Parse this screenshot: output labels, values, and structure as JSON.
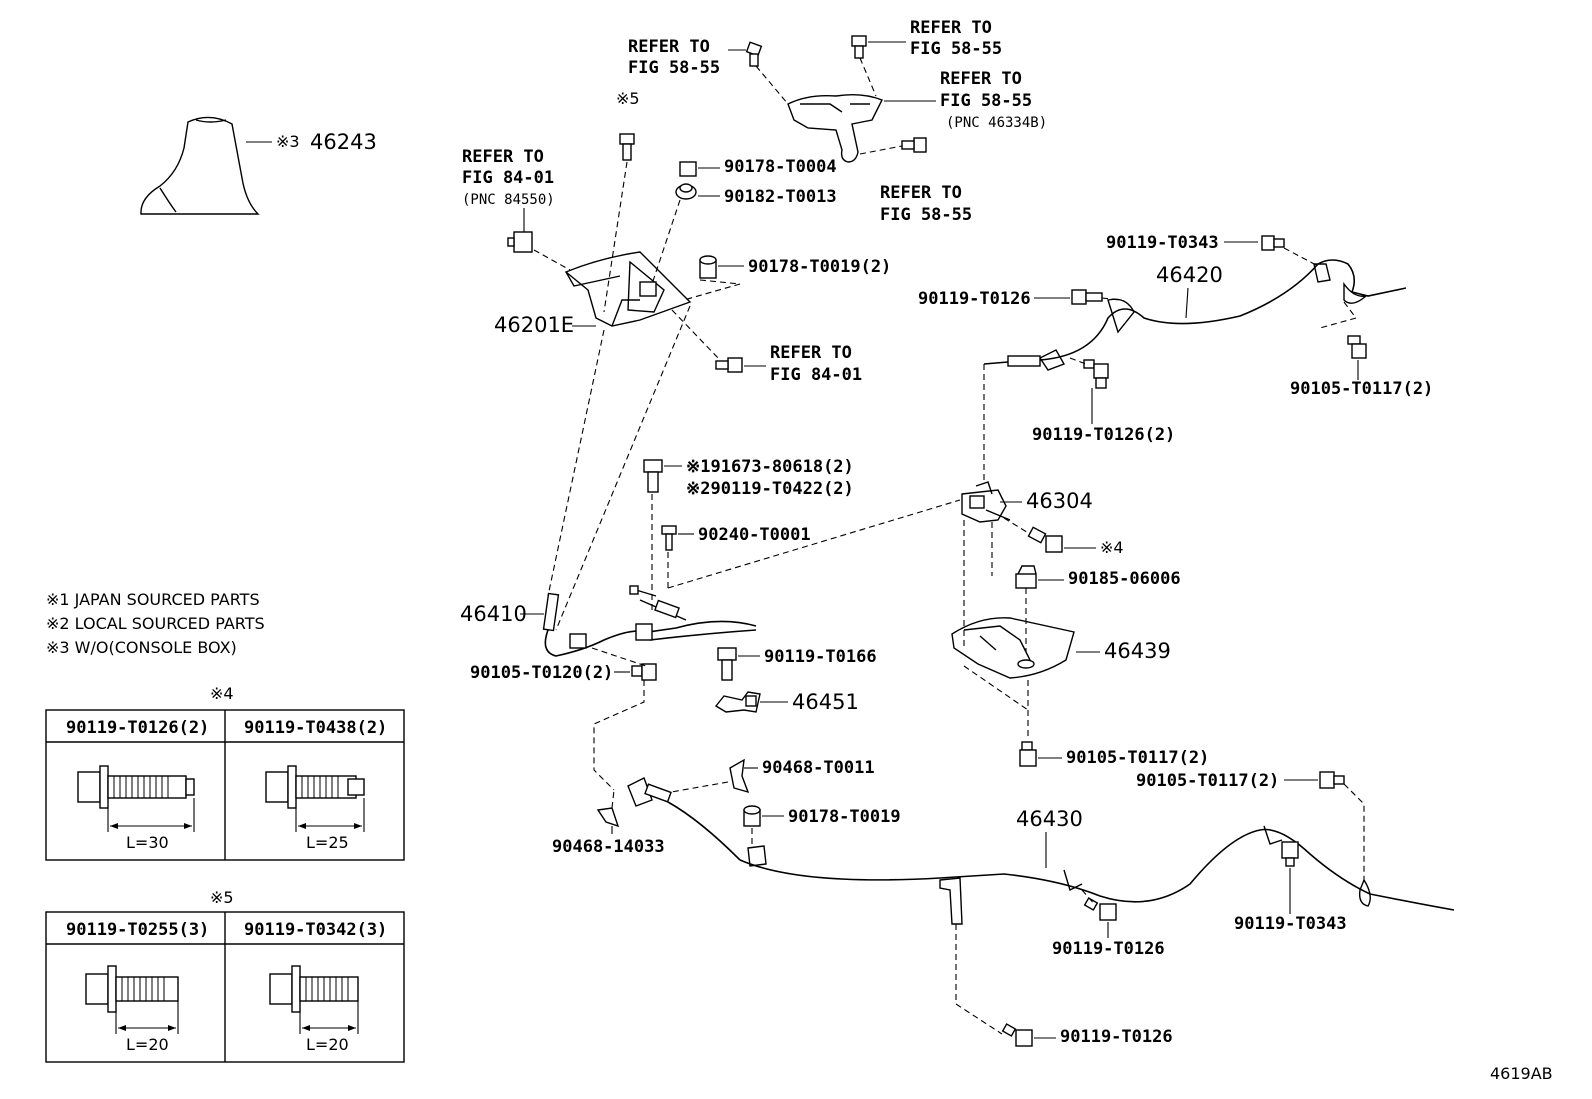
{
  "diagram": {
    "figure_code": "4619AB",
    "legend": {
      "n1": "※1 JAPAN SOURCED PARTS",
      "n2": "※2 LOCAL SOURCED PARTS",
      "n3": "※3 W/O(CONSOLE BOX)"
    },
    "table4": {
      "mark": "※4",
      "col1": {
        "part": "90119-T0126(2)",
        "length": "L=30"
      },
      "col2": {
        "part": "90119-T0438(2)",
        "length": "L=25"
      }
    },
    "table5": {
      "mark": "※5",
      "col1": {
        "part": "90119-T0255(3)",
        "length": "L=20"
      },
      "col2": {
        "part": "90119-T0342(3)",
        "length": "L=20"
      }
    },
    "labels": {
      "boot_mark": "※3",
      "boot": "46243",
      "mark5": "※5",
      "refer_841_a_1": "REFER TO",
      "refer_841_a_2": "FIG 84-01",
      "refer_841_a_3": "(PNC 84550)",
      "refer_5855_a_1": "REFER TO",
      "refer_5855_a_2": "FIG 58-55",
      "refer_5855_b_1": "REFER TO",
      "refer_5855_b_2": "FIG 58-55",
      "refer_5855_c_1": "REFER TO",
      "refer_5855_c_2": "FIG 58-55",
      "refer_5855_c_3": "(PNC 46334B)",
      "refer_5855_d_1": "REFER TO",
      "refer_5855_d_2": "FIG 58-55",
      "nut_t0004": "90178-T0004",
      "nut_t0013": "90182-T0013",
      "nut_t0019_2": "90178-T0019(2)",
      "lever": "46201E",
      "refer_841_b_1": "REFER TO",
      "refer_841_b_2": "FIG 84-01",
      "bolt_t0343_top": "90119-T0343",
      "cable_46420": "46420",
      "bolt_t0126_a": "90119-T0126",
      "bolt_t0117_2_a": "90105-T0117(2)",
      "bolt_t0126_2": "90119-T0126(2)",
      "bolt_80618": "※191673-80618(2)",
      "bolt_t0422": "※290119-T0422(2)",
      "equalizer": "46304",
      "mark4": "※4",
      "pin_t0001": "90240-T0001",
      "clip_06006": "90185-06006",
      "cable_46410": "46410",
      "bolt_t0166": "90119-T0166",
      "shield_46439": "46439",
      "bolt_t0120_2": "90105-T0120(2)",
      "bracket_46451": "46451",
      "bolt_t0117_2_b": "90105-T0117(2)",
      "bolt_t0117_2_c": "90105-T0117(2)",
      "clip_t0011": "90468-T0011",
      "nut_t0019": "90178-T0019",
      "cable_46430": "46430",
      "clip_14033": "90468-14033",
      "bolt_t0343_bot": "90119-T0343",
      "bolt_t0126_b": "90119-T0126",
      "bolt_t0126_c": "90119-T0126"
    }
  }
}
